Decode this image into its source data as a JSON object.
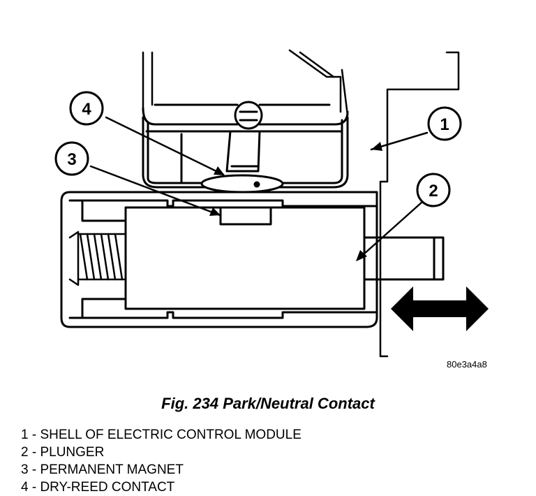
{
  "figure": {
    "reference_code": "80e3a4a8",
    "caption": "Fig. 234 Park/Neutral Contact",
    "callout_numbers": [
      "1",
      "2",
      "3",
      "4"
    ],
    "arrow_direction": "left-right"
  },
  "legend": [
    "1 - SHELL OF ELECTRIC CONTROL MODULE",
    "2 - PLUNGER",
    "3 - PERMANENT MAGNET",
    "4 - DRY-REED CONTACT"
  ]
}
